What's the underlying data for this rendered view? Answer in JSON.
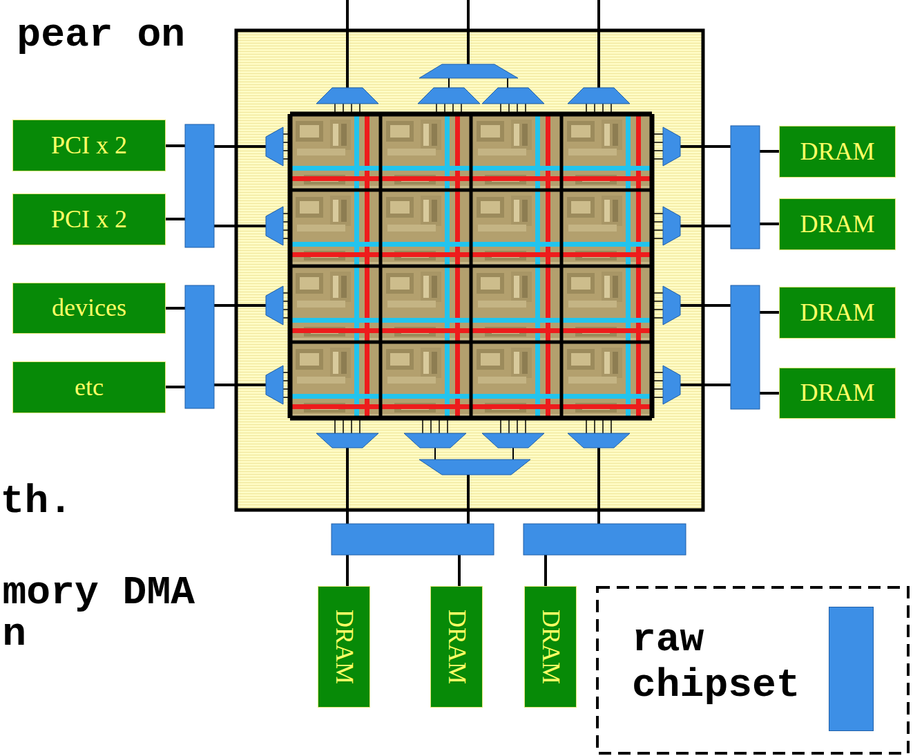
{
  "diagram": {
    "nodes": [
      {
        "text": [
          "PCI x 2"
        ]
      },
      {
        "text": [
          "DRAM"
        ]
      },
      {
        "text": [
          "PCI x 2"
        ]
      },
      {
        "text": [
          "DRAM"
        ]
      },
      {
        "text": [
          "devices"
        ]
      },
      {
        "text": [
          "DRAM"
        ]
      },
      {
        "text": [
          "etc"
        ]
      },
      {
        "text": [
          "DRAM"
        ]
      },
      {
        "text": [
          "DRAM"
        ]
      },
      {
        "text": [
          "DRAM"
        ]
      },
      {
        "text": [
          "DRAM"
        ]
      }
    ],
    "labels": [
      "pear on",
      "th.",
      "mory DMA",
      "n"
    ],
    "legend": [
      {
        "text": "raw chipset",
        "color": "#3d8fe6"
      }
    ]
  }
}
